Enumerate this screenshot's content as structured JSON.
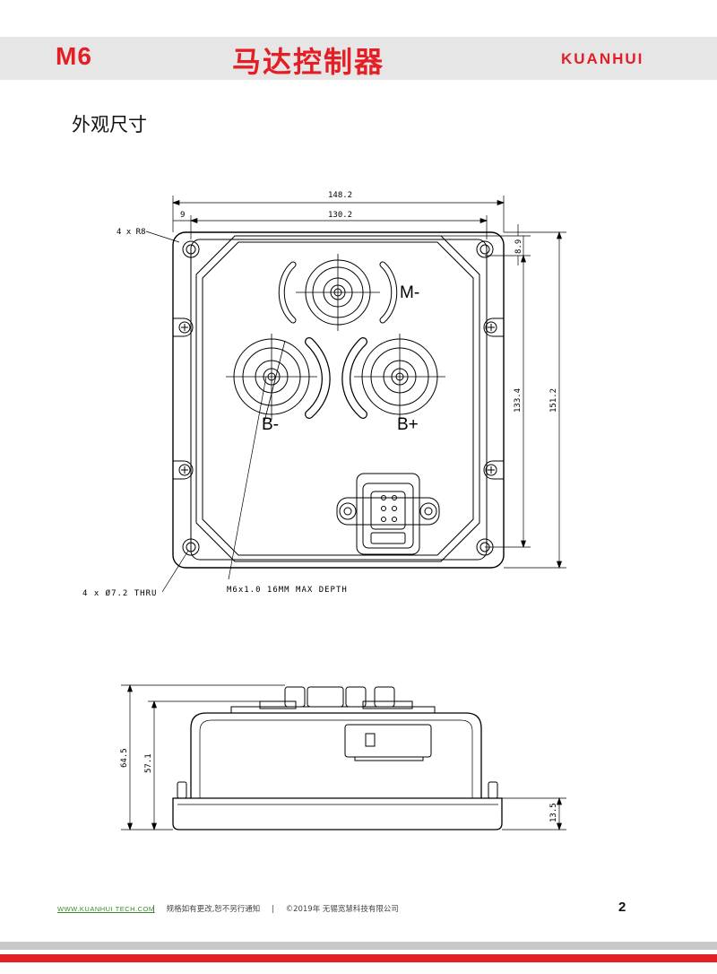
{
  "header": {
    "model": "M6",
    "title": "马达控制器",
    "brand": "KUANHUI"
  },
  "section_title": "外观尺寸",
  "drawing": {
    "dimensions": {
      "overall_width": "148.2",
      "inner_width": "130.2",
      "edge_offset": "9",
      "top_offset": "8.9",
      "inner_height": "133.4",
      "overall_height": "151.2",
      "total_height": "64.5",
      "body_height": "57.1",
      "base_height": "13.5"
    },
    "callouts": {
      "corner_radius": "4 x R8",
      "thru_holes": "4 x Ø7.2 THRU",
      "thread": "M6x1.0 16MM MAX DEPTH"
    },
    "terminals": {
      "motor_minus": "M-",
      "battery_minus": "B-",
      "battery_plus": "B+"
    }
  },
  "footer": {
    "website": "WWW.KUANHUI TECH.COM",
    "sep1": "|",
    "note": "规格如有更改,恕不另行通知",
    "sep2": "|",
    "copyright": "©2019年 无锡宽慧科技有限公司",
    "page_number": "2"
  },
  "colors": {
    "accent": "#e31e24",
    "header_band": "#e6e6e6",
    "website": "#3d8b2c",
    "rule_gray": "#c8c8c8"
  }
}
